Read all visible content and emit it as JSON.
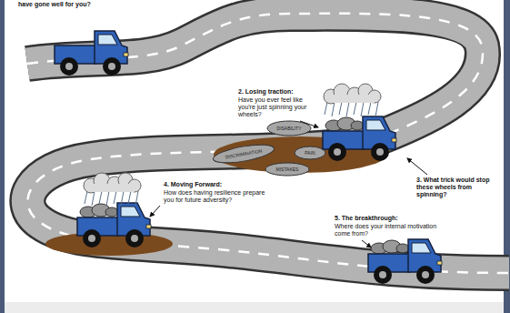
{
  "diagram": {
    "labels": [
      "have gone well for you?",
      "2. Losing traction:",
      "Have you ever feel like you're just spinning your wheels?",
      "DISABILITY",
      "PAIN",
      "DISCRIMINATION",
      "MISTAKES",
      "3. What trick would stop these wheels from spinning?",
      "4. Moving Forward:",
      "How does having resilience prepare you for future adversity?",
      "5. The breakthrough:",
      "Where does your internal motivation come from?"
    ]
  }
}
